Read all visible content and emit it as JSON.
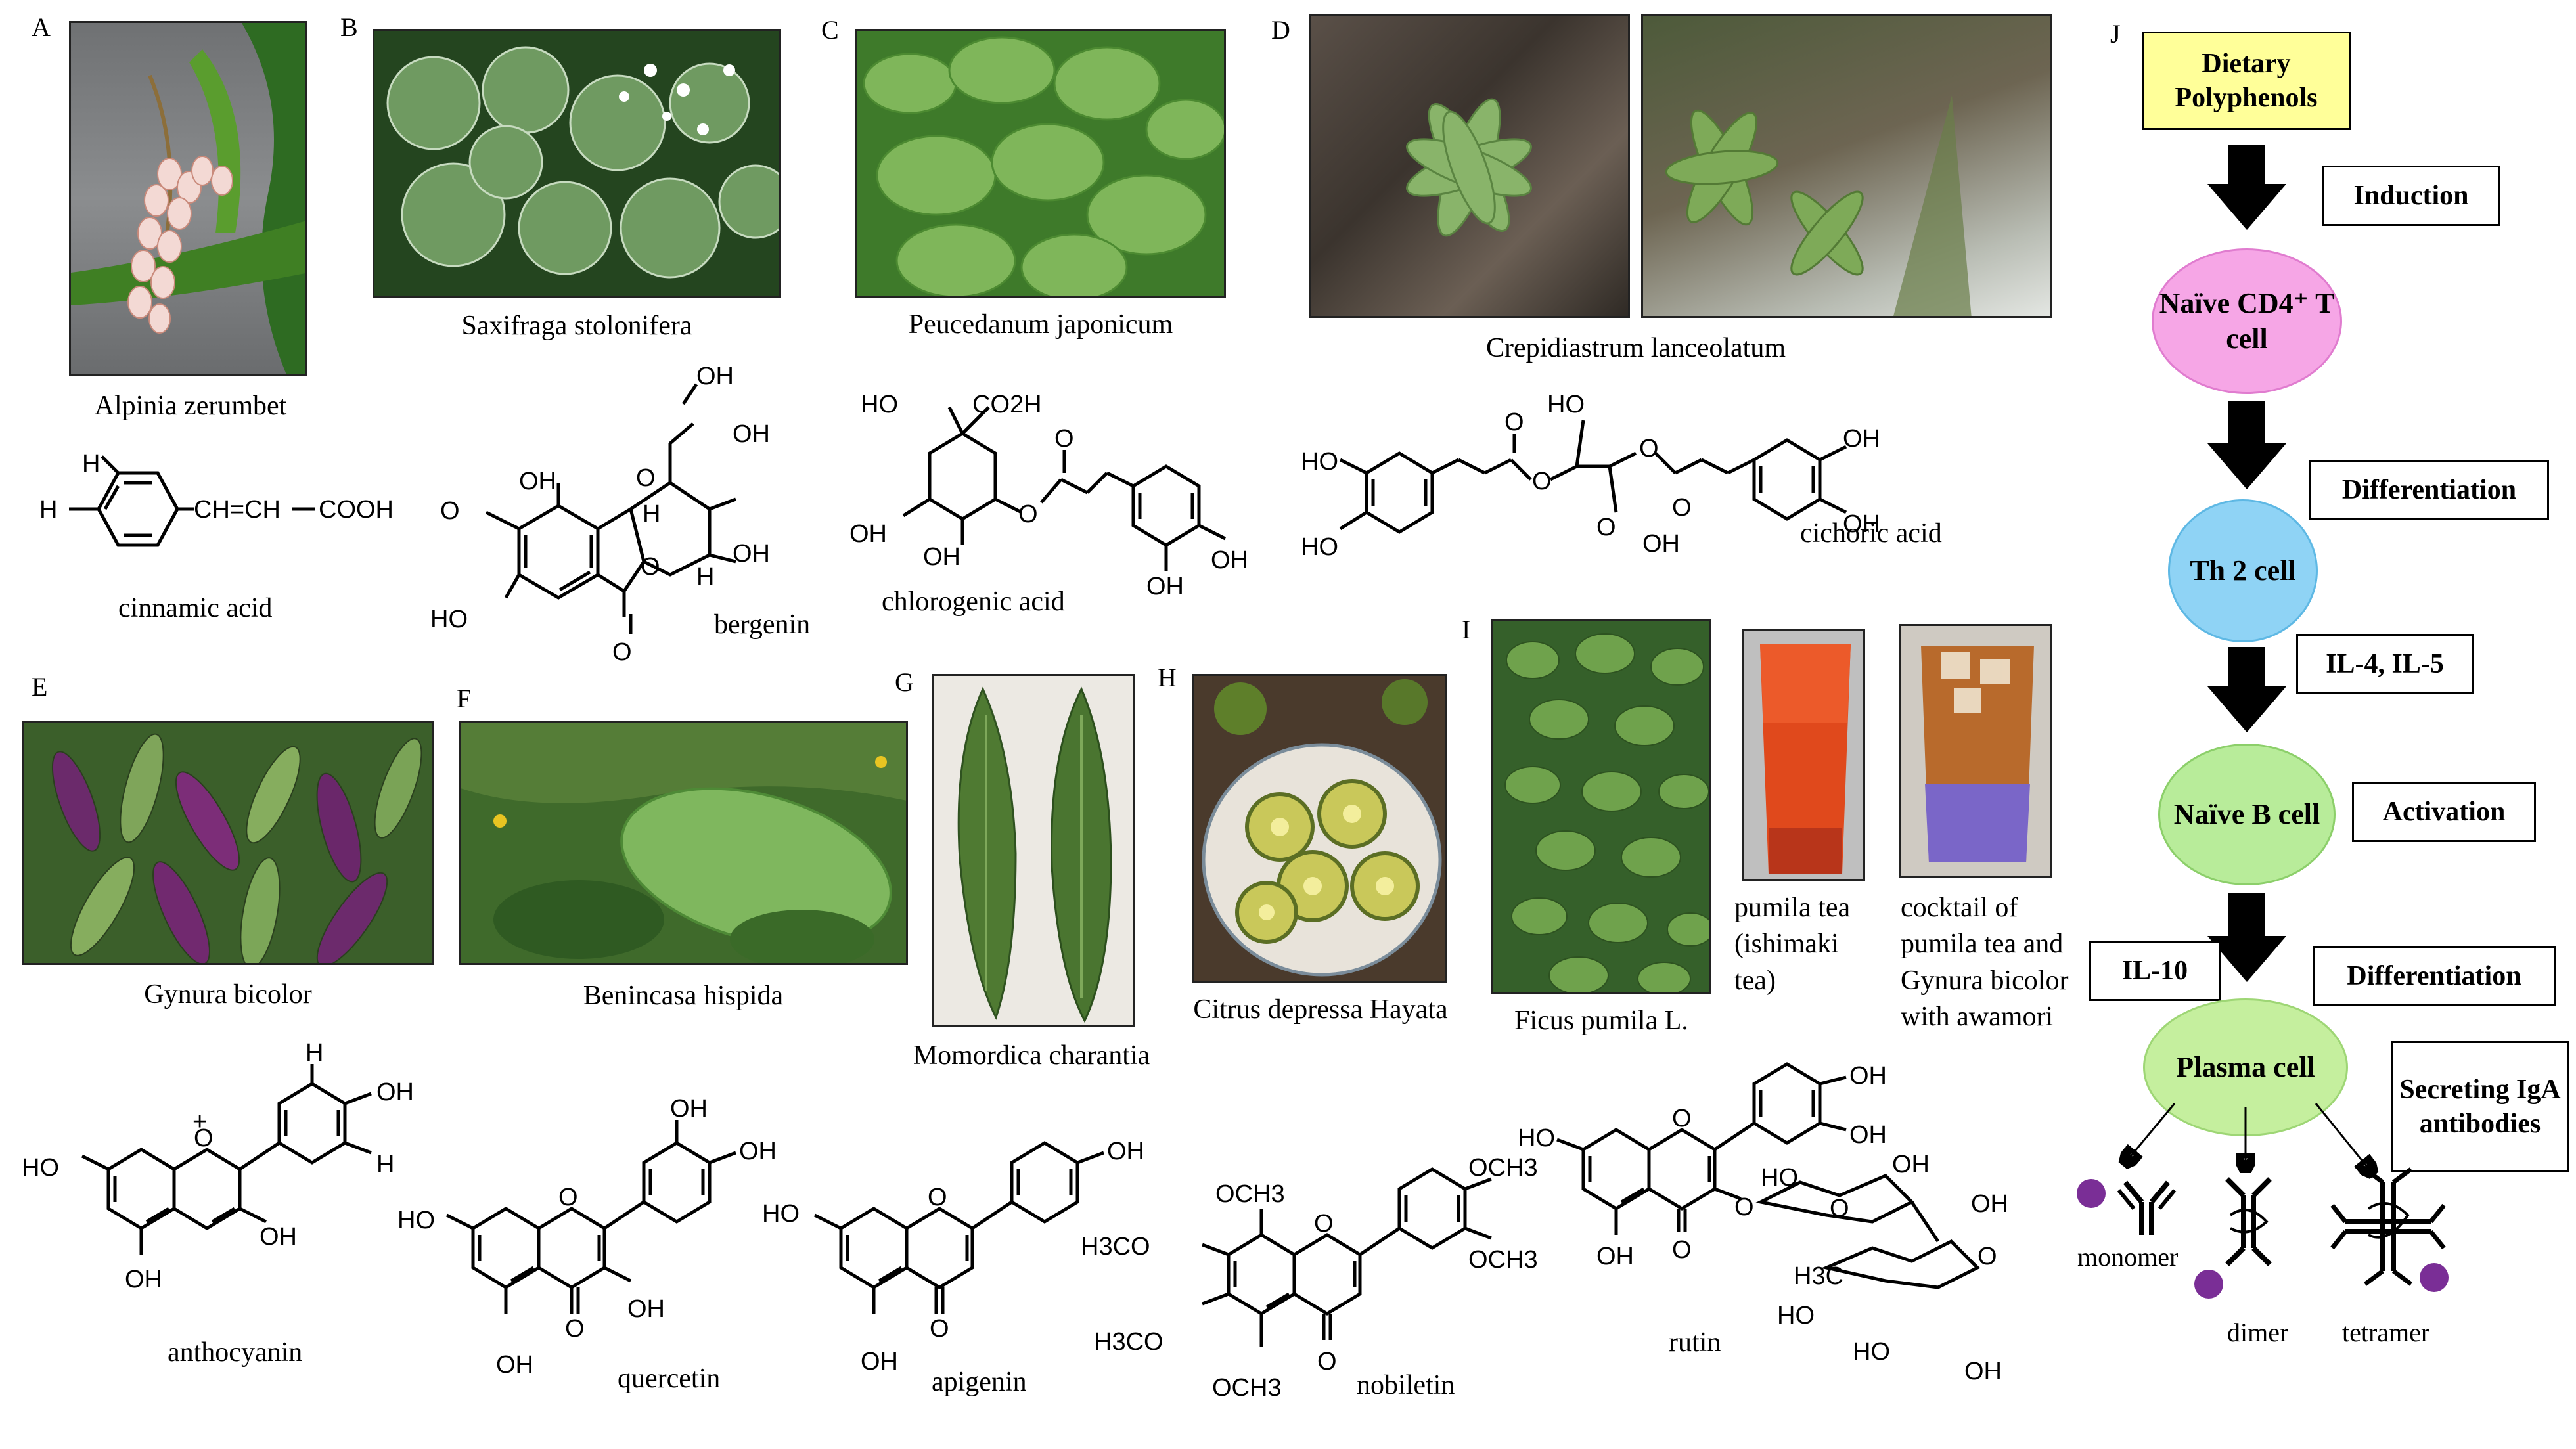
{
  "panels": {
    "A": {
      "letter": "A",
      "caption": "Alpinia  zerumbet"
    },
    "B": {
      "letter": "B",
      "caption": "Saxifraga  stolonifera"
    },
    "C": {
      "letter": "C",
      "caption": "Peucedanum  japonicum"
    },
    "D": {
      "letter": "D",
      "caption": "Crepidiastrum  lanceolatum"
    },
    "E": {
      "letter": "E",
      "caption": "Gynura  bicolor"
    },
    "F": {
      "letter": "F",
      "caption": "Benincasa  hispida"
    },
    "G": {
      "letter": "G",
      "caption": "Momordica  charantia"
    },
    "H": {
      "letter": "H",
      "caption": "Citrus  depressa  Hayata"
    },
    "I": {
      "letter": "I",
      "caption": "Ficus  pumila  L.",
      "tea_caption": "pumila tea (ishimaki tea)",
      "cocktail_caption": "cocktail of pumila tea and Gynura bicolor with awamori"
    },
    "J": {
      "letter": "J"
    }
  },
  "compounds": {
    "cinnamic": "cinnamic  acid",
    "bergenin": "bergenin",
    "chlorogenic": "chlorogenic  acid",
    "cichoric": "cichoric  acid",
    "anthocyanin": "anthocyanin",
    "quercetin": "quercetin",
    "apigenin": "apigenin",
    "nobiletin": "nobiletin",
    "rutin": "rutin"
  },
  "atoms": {
    "H": "H",
    "OH": "OH",
    "HO": "HO",
    "O": "O",
    "COOH": "COOH",
    "CHCH": "CH=CH",
    "CO2H": "CO2H",
    "plus": "+",
    "OCH3": "OCH3",
    "H3CO": "H3CO",
    "H3C": "H3C"
  },
  "flow": {
    "start": "Dietary Polyphenols",
    "step1_label": "Induction",
    "naive_t": "Naïve CD4⁺ T cell",
    "step2_label": "Differentiation",
    "th2": "Th 2 cell",
    "step3_label": "IL-4, IL-5",
    "naive_b": "Naïve B cell",
    "step4_label": "Activation",
    "il10": "IL-10",
    "step5_label": "Differentiation",
    "plasma": "Plasma cell",
    "secreting": "Secreting IgA antibodies",
    "monomer": "monomer",
    "dimer": "dimer",
    "tetramer": "tetramer"
  },
  "colors": {
    "yellow_box": "#ffff99",
    "naive_t": "#f6a6e6",
    "th2": "#8fd3f5",
    "naive_b": "#b8ec9a",
    "plasma": "#c5ef9e",
    "iga_purple": "#7a2e96"
  }
}
